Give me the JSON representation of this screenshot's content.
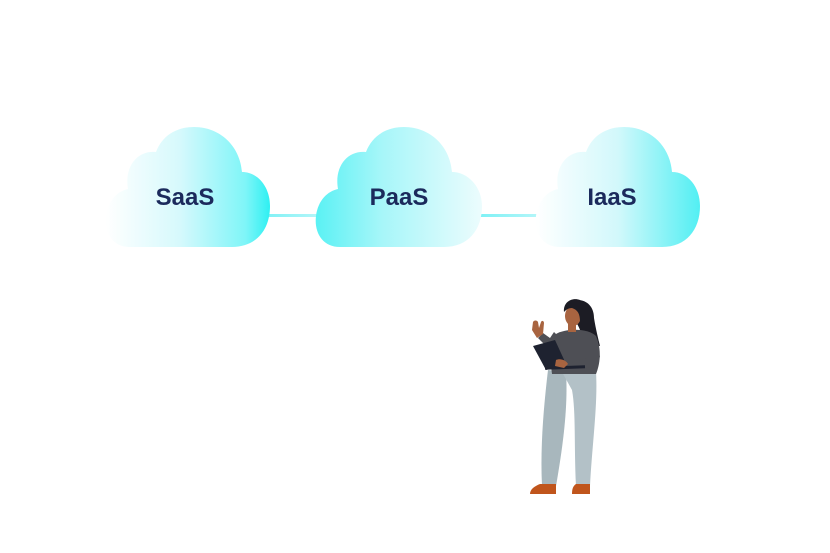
{
  "diagram": {
    "clouds": [
      {
        "id": "saas",
        "label": "SaaS"
      },
      {
        "id": "paas",
        "label": "PaaS"
      },
      {
        "id": "iaas",
        "label": "IaaS"
      }
    ]
  },
  "colors": {
    "background": "#ffffff",
    "cloud_light": "#ffffff",
    "cloud_mid": "#c9f7fb",
    "cloud_strong": "#2ff0f2",
    "connector": "#5ee9f0",
    "label": "#1b2a5c",
    "hair": "#1c1c24",
    "skin": "#a86440",
    "sweater": "#4e4f55",
    "pants": "#a8b7bd",
    "shoes": "#c0551c",
    "laptop": "#1e2230"
  },
  "icons": {
    "person": "woman-holding-laptop-icon"
  }
}
